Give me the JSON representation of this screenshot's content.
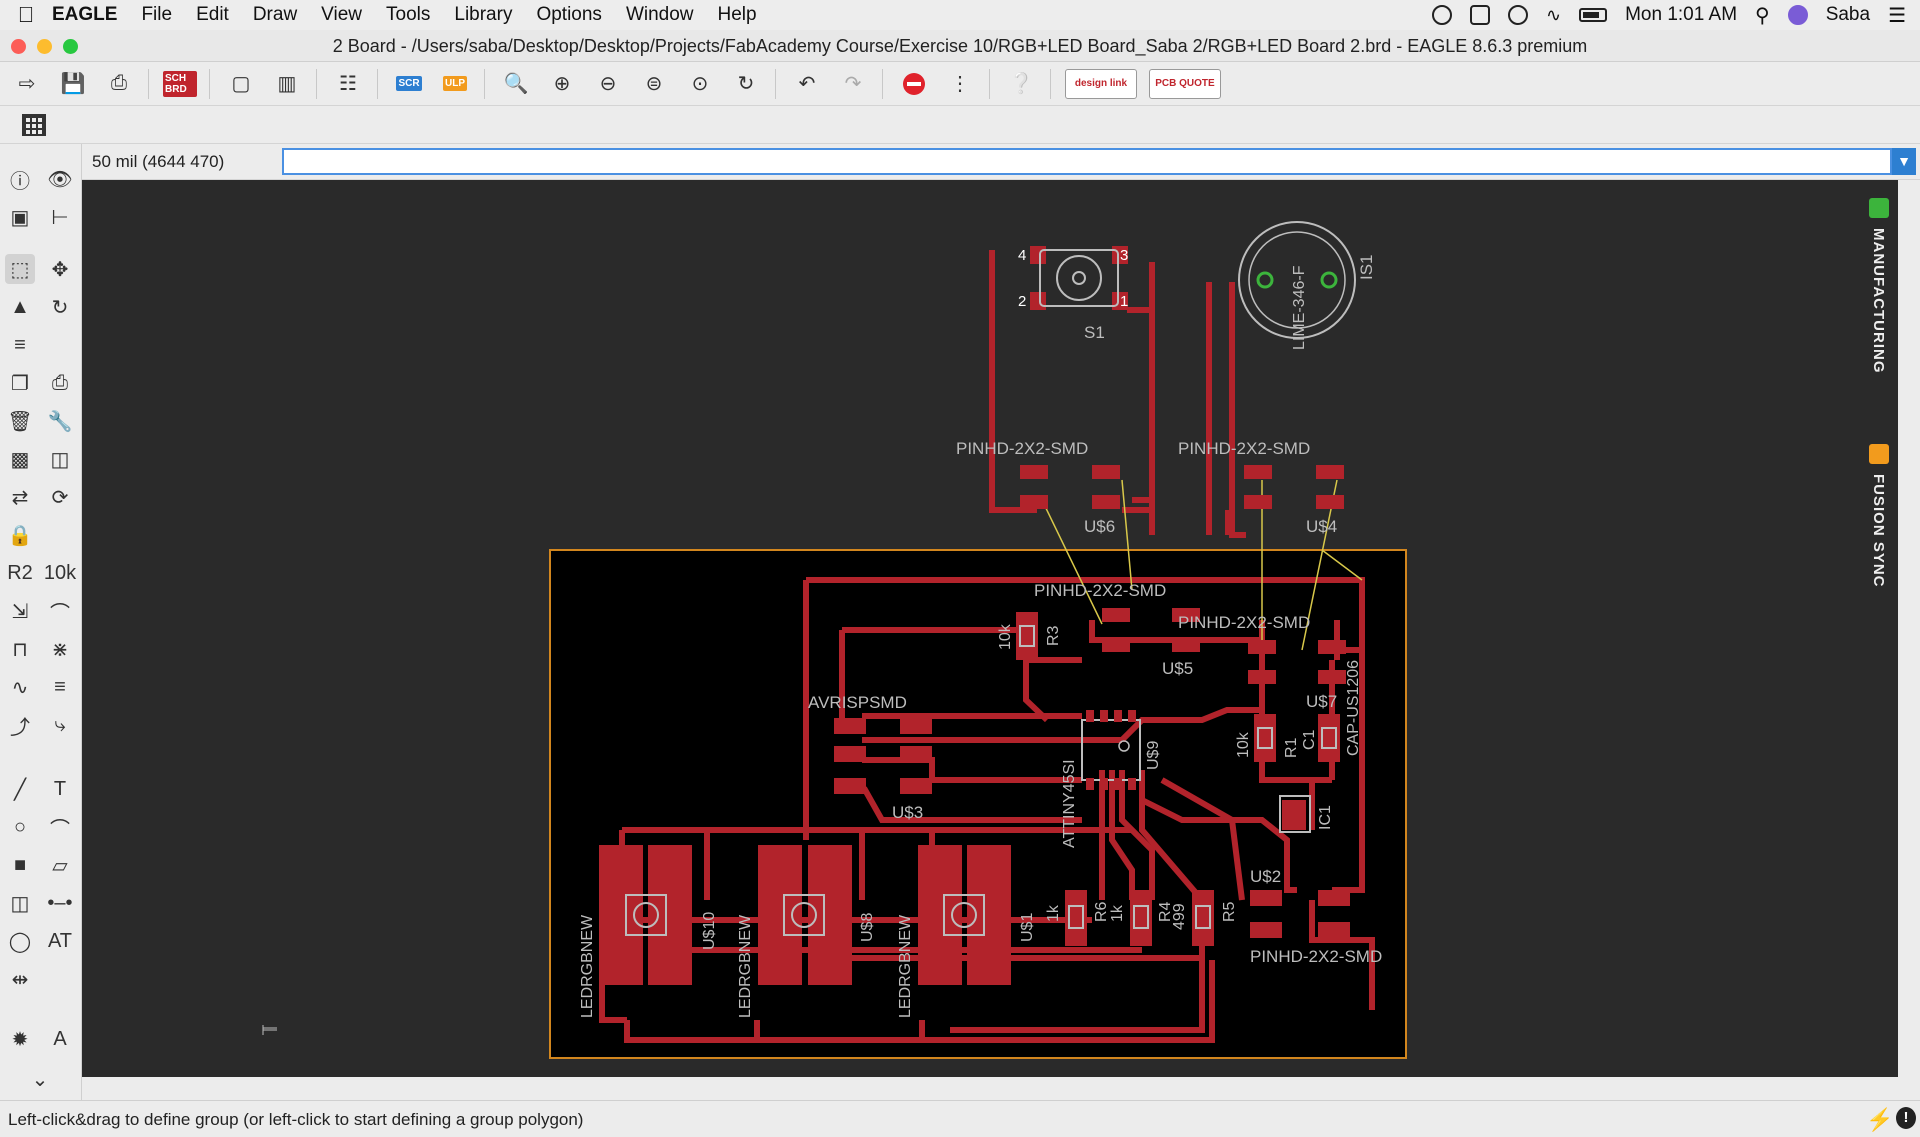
{
  "menubar": {
    "app": "EAGLE",
    "items": [
      "File",
      "Edit",
      "Draw",
      "View",
      "Tools",
      "Library",
      "Options",
      "Window",
      "Help"
    ],
    "clock": "Mon 1:01 AM",
    "user": "Saba"
  },
  "window": {
    "title": "2 Board - /Users/saba/Desktop/Desktop/Projects/FabAcademy Course/Exercise 10/RGB+LED Board_Saba 2/RGB+LED Board 2.brd - EAGLE 8.6.3 premium"
  },
  "toolbar": {
    "sch_label": "SCH BRD",
    "scr_label": "SCR",
    "ulp_label": "ULP",
    "designlink_label": "design link",
    "pcbquote_label": "PCB QUOTE"
  },
  "command": {
    "coordinates": "50 mil (4644 470)",
    "value": ""
  },
  "side_tabs": {
    "manufacturing": "MANUFACTURING",
    "fusion_sync": "FUSION SYNC"
  },
  "board": {
    "labels": {
      "s1": "S1",
      "is1": "IS1",
      "lime": "LIME-346-F",
      "pinhd_u6": "PINHD-2X2-SMD",
      "pinhd_u4": "PINHD-2X2-SMD",
      "pinhd_u5": "PINHD-2X2-SMD",
      "pinhd_u7": "PINHD-2X2-SMD",
      "pinhd_u2": "PINHD-2X2-SMD",
      "u6": "U$6",
      "u4": "U$4",
      "u5": "U$5",
      "u7": "U$7",
      "u2": "U$2",
      "u3": "U$3",
      "u9": "U$9",
      "u10": "U$10",
      "u8": "U$8",
      "u1": "U$1",
      "avrisp": "AVRISPSMD",
      "attiny": "ATTINY45SI",
      "r3": "R3",
      "r3v": "10k",
      "r1": "R1",
      "r1v": "10k",
      "c1": "C1",
      "cap": "CAP-US1206",
      "ic1": "IC1",
      "r6": "R6",
      "r6v": "1k",
      "r4": "R4",
      "r4v": "1k",
      "r5": "R5",
      "r5v": "499",
      "ledrgb": "LEDRGBNEW"
    }
  },
  "status": {
    "message": "Left-click&drag to define group (or left-click to start defining a group polygon)"
  },
  "colors": {
    "canvas": "#2a2a2a",
    "board": "#000000",
    "copper": "#b2232b",
    "outline": "#d2861e",
    "airwire": "#d8c84a",
    "silk": "#bdbdbd"
  }
}
